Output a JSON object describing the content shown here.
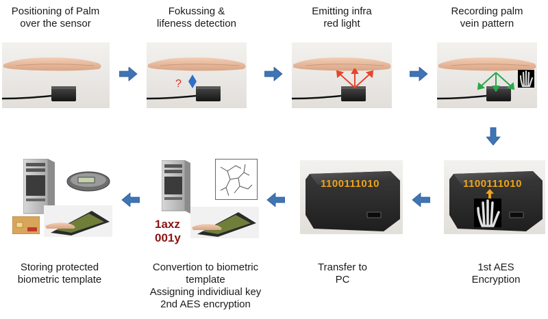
{
  "steps": [
    {
      "caption": "Positioning of Palm\nover the sensor"
    },
    {
      "caption": "Fokussing &\nlifeness detection",
      "mark": "?"
    },
    {
      "caption": "Emitting infra\nred light"
    },
    {
      "caption": "Recording palm\nvein pattern"
    },
    {
      "caption": "1st AES\nEncryption",
      "code": "1100111010"
    },
    {
      "caption": "Transfer to\nPC",
      "code": "1100111010"
    },
    {
      "caption": "Convertion to biometric\ntemplate\nAssigning individiual key\n2nd AES encryption",
      "key_line1": "1axz",
      "key_line2": "001y"
    },
    {
      "caption": "Storing protected\nbiometric template"
    }
  ],
  "colors": {
    "flow_arrow": "#3f74b5",
    "ir_rays": "#e8442a",
    "record_rays": "#2aa84a",
    "code_text": "#f0a418",
    "key_text": "#8b1515",
    "question_mark": "#d62b2b",
    "lifeness_marker": "#2f6fc8"
  },
  "icons": [
    "hand-icon",
    "sensor-icon",
    "infrared-rays-icon",
    "palm-vein-icon",
    "pc-tower-icon",
    "card-reader-icon",
    "smart-card-icon",
    "laptop-icon",
    "flow-arrow-icon"
  ]
}
